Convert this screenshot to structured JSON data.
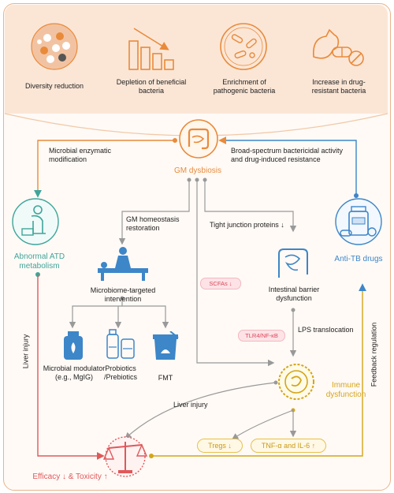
{
  "top_features": [
    {
      "icon": "diversity-dots-icon",
      "label": "Diversity reduction"
    },
    {
      "icon": "declining-bars-icon",
      "label": "Depletion of beneficial bacteria"
    },
    {
      "icon": "petri-dish-bacteria-icon",
      "label": "Enrichment of pathogenic bacteria"
    },
    {
      "icon": "bacteria-pill-resistance-icon",
      "label": "Increase in drug-resistant bacteria"
    }
  ],
  "center": {
    "label": "GM dysbiosis"
  },
  "left_arrow_label": "Microbial enzymatic modification",
  "right_arrow_label": "Broad-spectrum bactericidal activity and drug-induced resistance",
  "abnormal": {
    "label": "Abnormal ATD metabolism"
  },
  "antitb": {
    "label": "Anti-TB drugs"
  },
  "homeostasis": "GM homeostasis restoration",
  "tight_junction": "Tight junction proteins ↓",
  "intervention": {
    "label": "Microbiome-targeted intervention"
  },
  "modulators": [
    {
      "icon": "supplement-bottle-icon",
      "label": "Microbial modulator (e.g., MgIG)"
    },
    {
      "icon": "probiotic-bottles-icon",
      "label": "Probiotics /Prebiotics"
    },
    {
      "icon": "fmt-container-icon",
      "label": "FMT"
    }
  ],
  "barrier": "Intestinal barrier dysfunction",
  "scfas": "SCFAs ↓",
  "tlr4": "TLR4/NF-κB",
  "lps": "LPS translocation",
  "immune": "Immune dysfunction",
  "liver_injury_side": "Liver injury",
  "liver_injury_mid": "Liver injury",
  "feedback": "Feedback regulation",
  "tregs": "Tregs ↓",
  "tnf": "TNF-α and IL-6 ↑",
  "outcome": "Efficacy ↓ & Toxicity ↑",
  "colors": {
    "orange": "#e98a3a",
    "teal": "#3fa59a",
    "blue": "#3d86c8",
    "red": "#e0585a",
    "gold": "#d4a51a",
    "gray": "#999999"
  }
}
